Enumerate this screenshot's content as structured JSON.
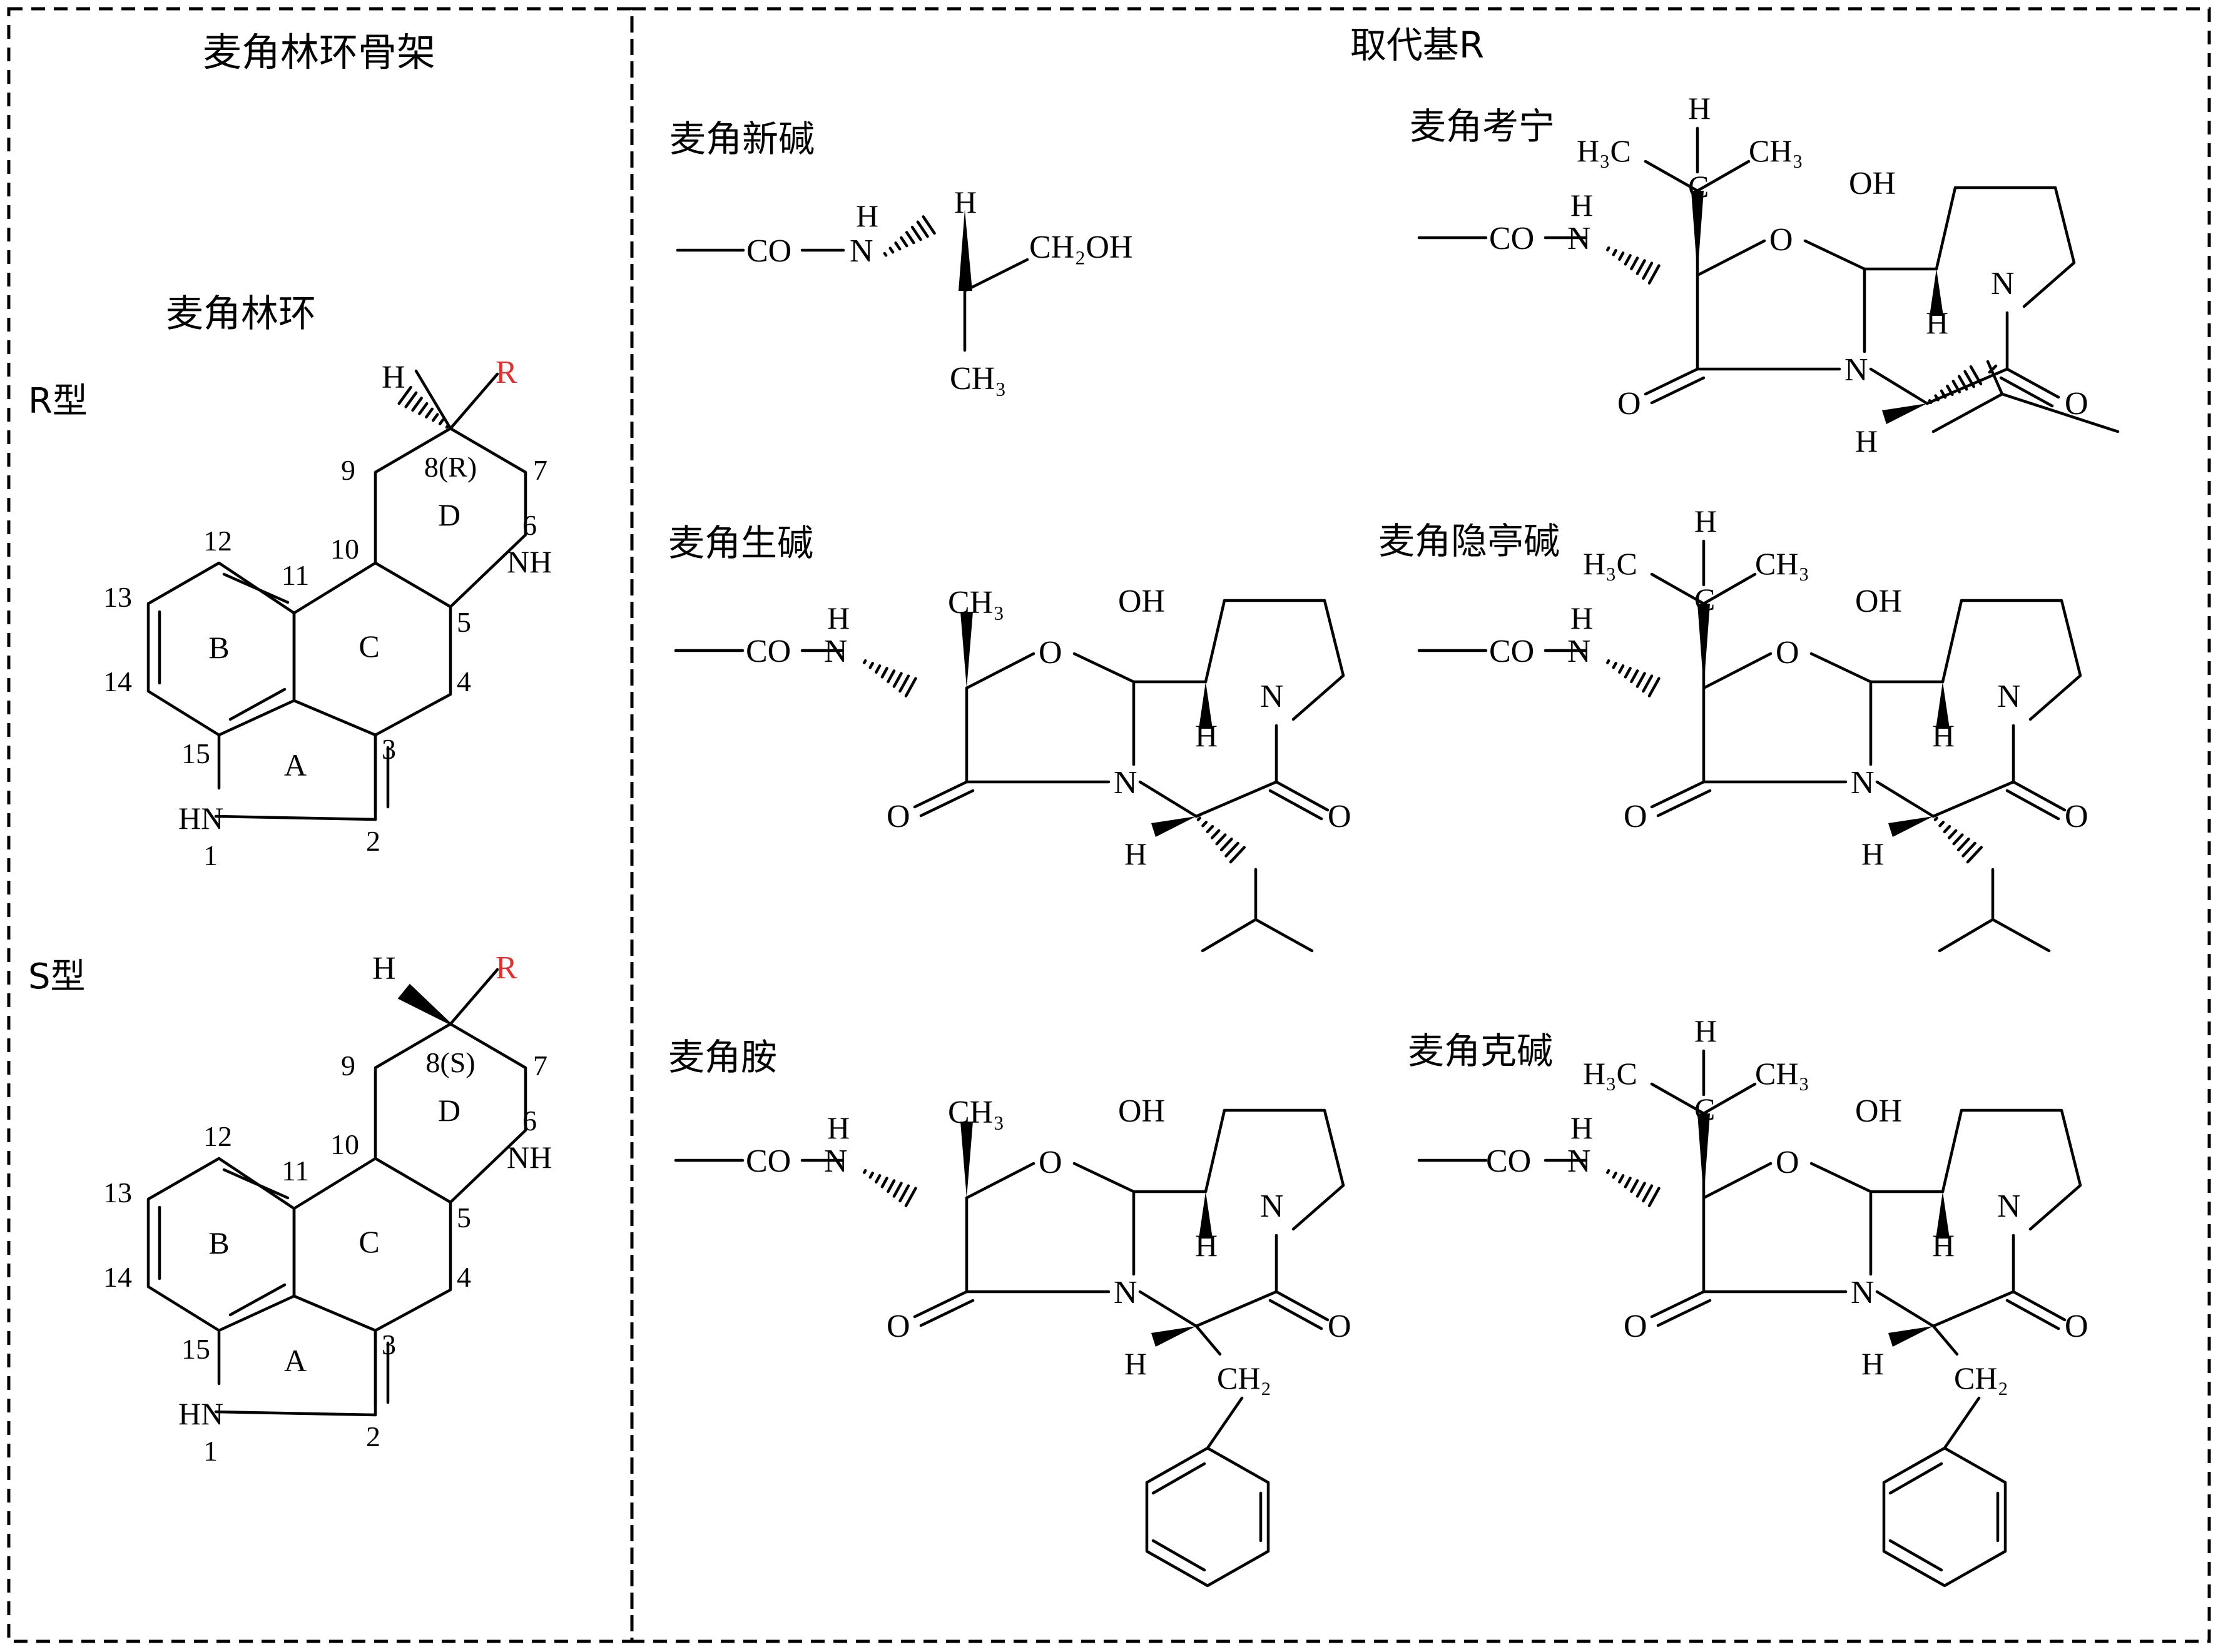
{
  "panels": {
    "left_title": "麦角林环骨架",
    "right_title": "取代基R"
  },
  "skeleton": {
    "subtitle": "麦角林环",
    "r_label": "R型",
    "s_label": "S型",
    "c8_r": "8(R)",
    "c8_s": "8(S)",
    "substituent": "R",
    "atom_h": "H",
    "nh": "NH",
    "hn": "HN",
    "ring_letters": [
      "A",
      "B",
      "C",
      "D"
    ],
    "numbers": [
      "1",
      "2",
      "3",
      "4",
      "5",
      "6",
      "7",
      "9",
      "10",
      "11",
      "12",
      "13",
      "14",
      "15"
    ]
  },
  "compounds": [
    {
      "name": "麦角新碱"
    },
    {
      "name": "麦角考宁"
    },
    {
      "name": "麦角生碱"
    },
    {
      "name": "麦角隐亭碱"
    },
    {
      "name": "麦角胺"
    },
    {
      "name": "麦角克碱"
    }
  ],
  "labels": {
    "co": "CO",
    "n": "N",
    "h": "H",
    "o": "O",
    "oh": "OH",
    "ch2oh": "CH₂OH",
    "ch3": "CH₃",
    "h3c": "H₃C",
    "c": "C",
    "ch2": "CH₂"
  },
  "colors": {
    "accent_red": "#e0312f"
  }
}
